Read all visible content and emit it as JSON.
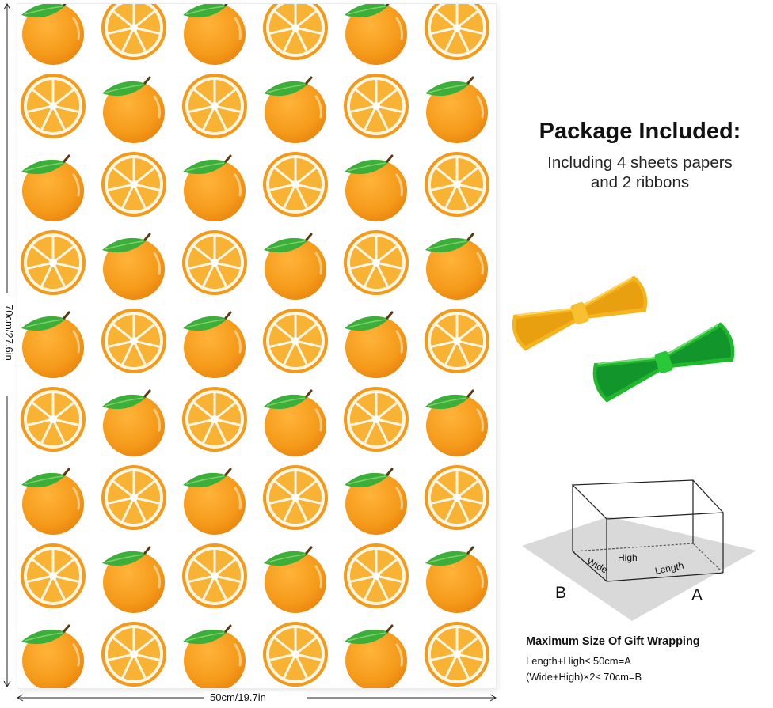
{
  "dimensions": {
    "height": "70cm/27.6in",
    "width": "50cm/19.7in"
  },
  "package": {
    "title": "Package Included:",
    "line1": "Including 4 sheets papers",
    "line2": "and 2 ribbons"
  },
  "ribbons": [
    {
      "color": "#f5b31d",
      "name": "yellow-ribbon"
    },
    {
      "color": "#20b82c",
      "name": "green-ribbon"
    }
  ],
  "box": {
    "high": "High",
    "wide": "Wide",
    "length": "Length",
    "corner_b": "B",
    "corner_a": "A"
  },
  "max_size": {
    "title": "Maximum Size Of Gift Wrapping",
    "rule_a": "Length+High≤ 50cm=A",
    "rule_b": "(Wide+High)×2≤ 70cm=B"
  },
  "colors": {
    "orange": "#f59a1a",
    "leaf": "#3cae3a",
    "slice_flesh": "#f8b234"
  }
}
